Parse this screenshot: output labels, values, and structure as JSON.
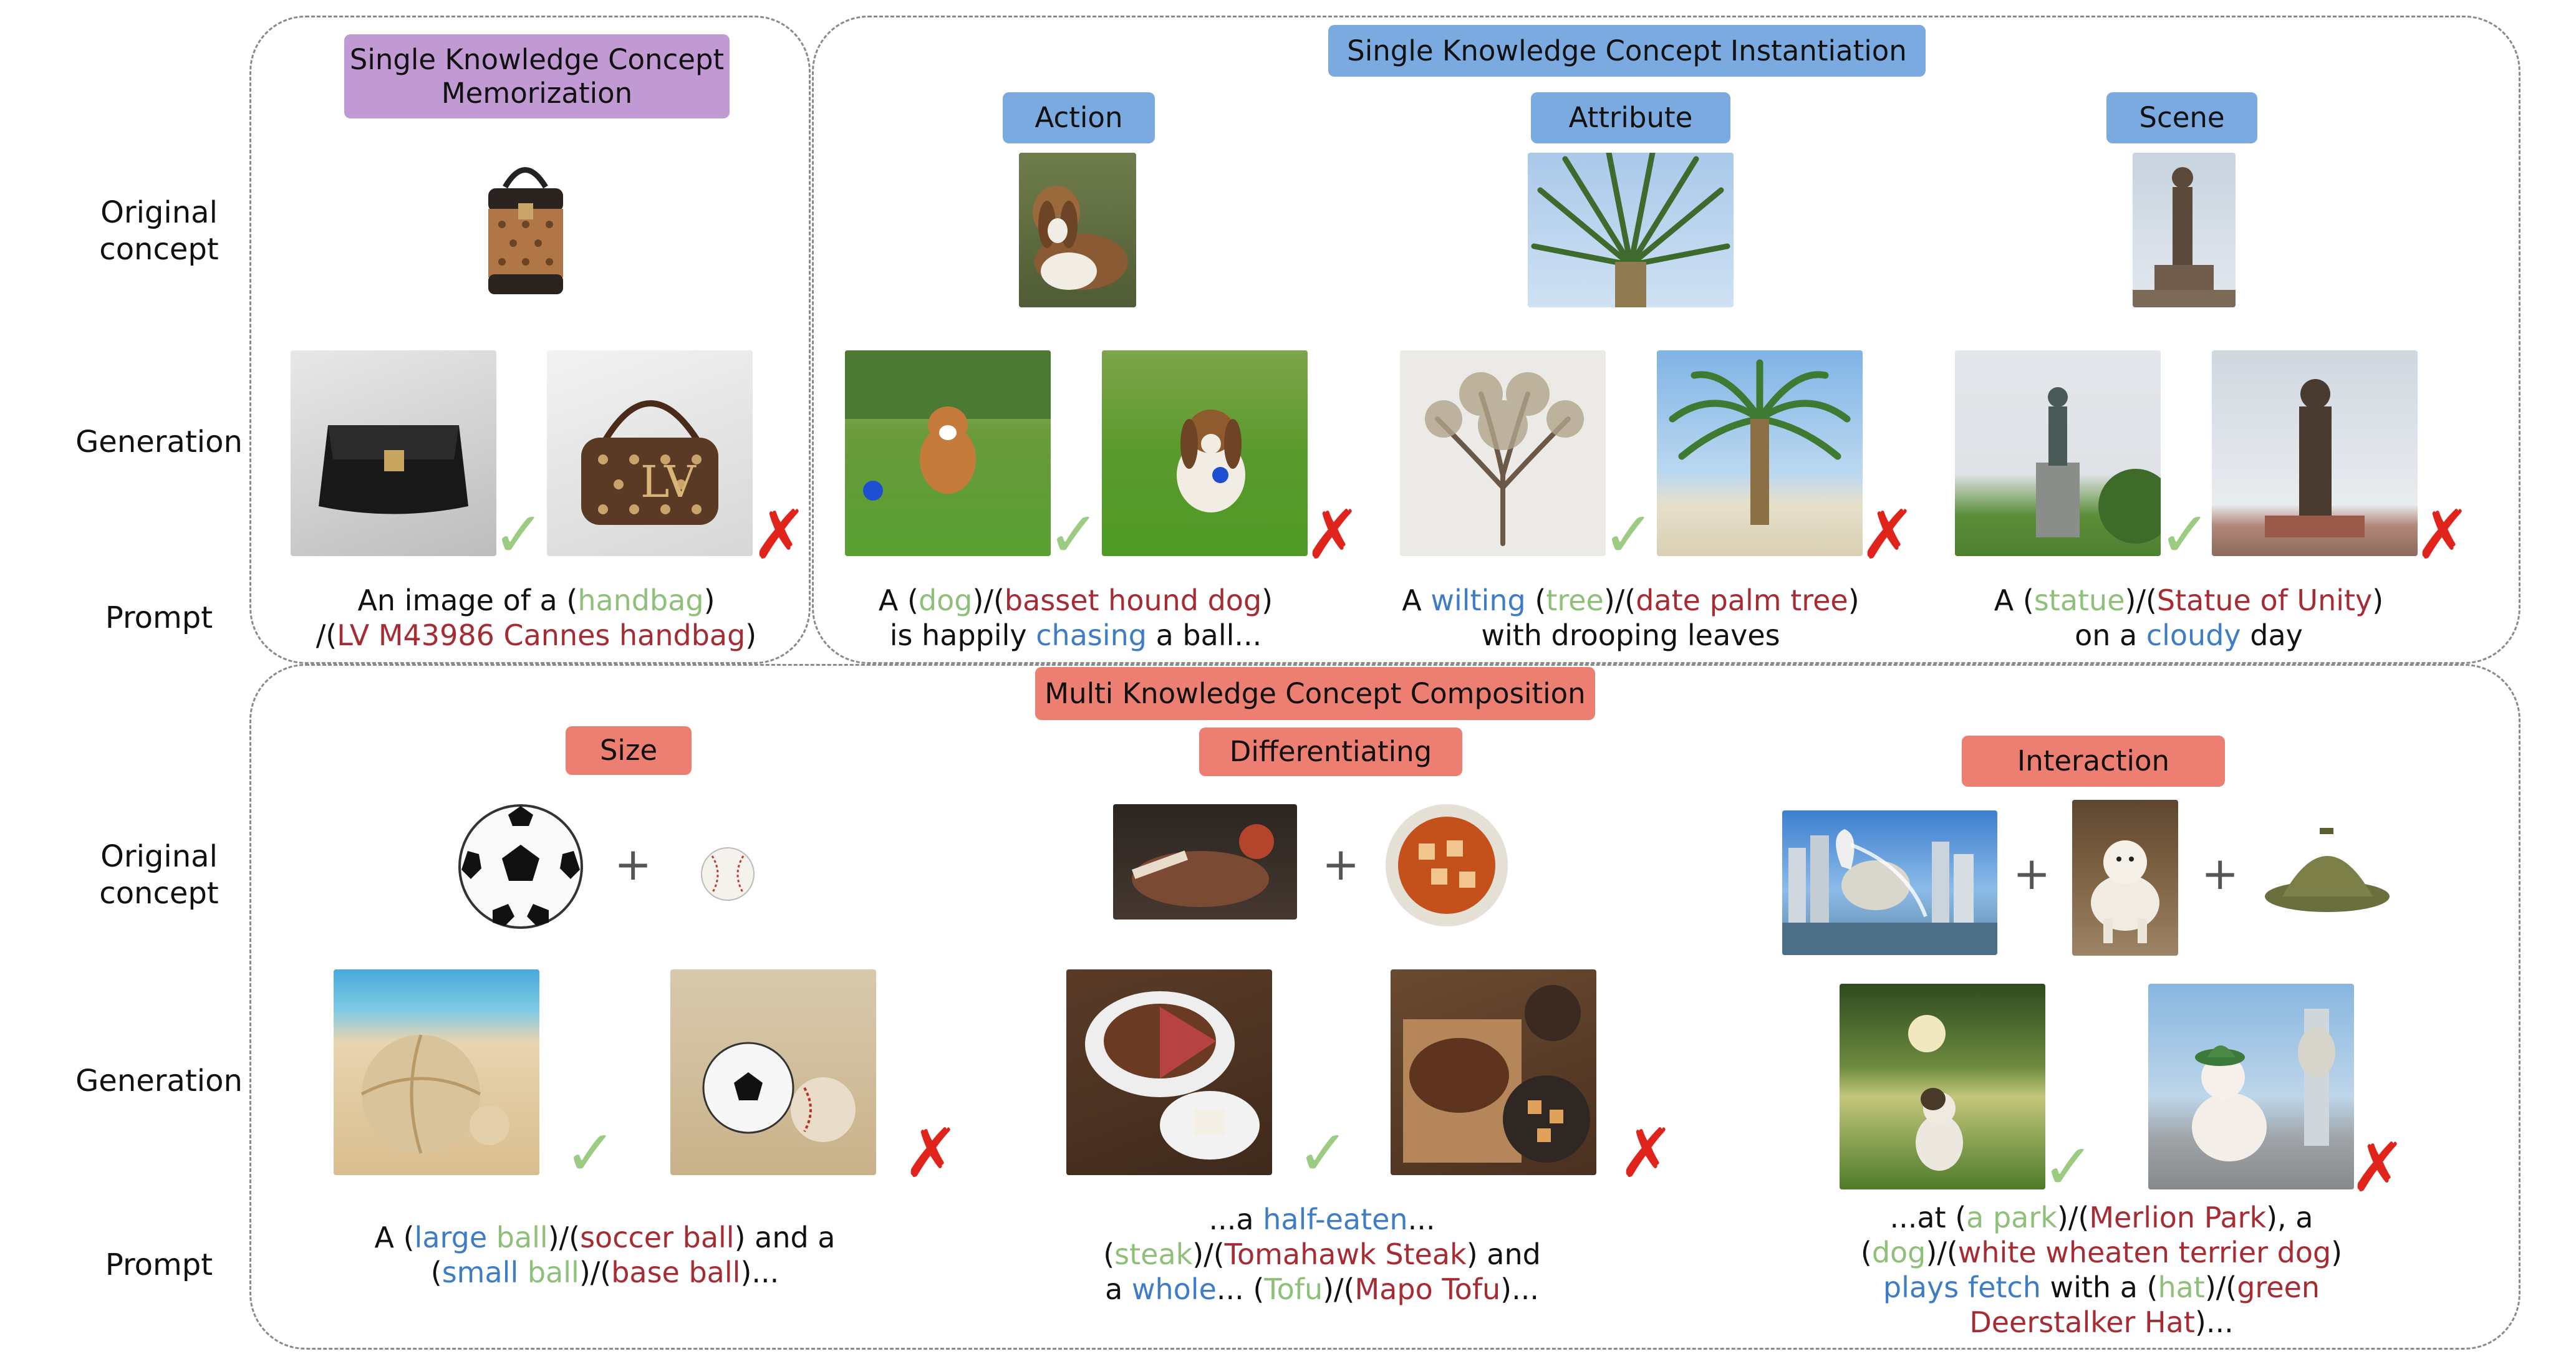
{
  "row_labels": {
    "original": "Original\nconcept",
    "generation": "Generation",
    "prompt": "Prompt"
  },
  "sections": {
    "memorization": "Single Knowledge Concept\nMemorization",
    "instantiation": "Single Knowledge Concept Instantiation",
    "composition": "Multi Knowledge Concept Composition"
  },
  "categories": {
    "action": "Action",
    "attribute": "Attribute",
    "scene": "Scene",
    "size": "Size",
    "differentiating": "Differentiating",
    "interaction": "Interaction"
  },
  "marks": {
    "check": "✓",
    "cross": "✗",
    "plus": "+"
  },
  "prompts": {
    "memorization": {
      "l1a": "An image of a (",
      "l1g": "handbag",
      "l1b": ")",
      "l2a": "/(",
      "l2r": "LV M43986 Cannes handbag",
      "l2b": ")"
    },
    "action": {
      "l1a": "A (",
      "l1g": "dog",
      "l1b": ")/(",
      "l1r": "basset hound dog",
      "l1c": ")",
      "l2a": "is happily ",
      "l2blue": "chasing",
      "l2b": " a ball..."
    },
    "attribute": {
      "l1a": "A ",
      "l1blue": "wilting",
      "l1b": " (",
      "l1g": "tree",
      "l1c": ")/(",
      "l1r": "date palm tree",
      "l1d": ")",
      "l2": "with drooping leaves"
    },
    "scene": {
      "l1a": "A (",
      "l1g": "statue",
      "l1b": ")/(",
      "l1r": "Statue of Unity",
      "l1c": ")",
      "l2a": "on a ",
      "l2blue": "cloudy",
      "l2b": " day"
    },
    "size": {
      "l1a": "A (",
      "l1blue": "large",
      "l1g": " ball",
      "l1b": ")/(",
      "l1r": "soccer ball",
      "l1c": ") and a",
      "l2a": "(",
      "l2blue": "small",
      "l2g": " ball",
      "l2b": ")/(",
      "l2r": "base ball",
      "l2c": ")..."
    },
    "differentiating": {
      "l1a": "...a ",
      "l1blue": "half-eaten",
      "l1b": "...",
      "l2a": "(",
      "l2g": "steak",
      "l2b": ")/(",
      "l2r": "Tomahawk Steak",
      "l2c": ") and",
      "l3a": "a ",
      "l3blue": "whole",
      "l3b": "... (",
      "l3g": "Tofu",
      "l3c": ")/(",
      "l3r": "Mapo Tofu",
      "l3d": ")..."
    },
    "interaction": {
      "l1a": "...at (",
      "l1g": "a park",
      "l1b": ")/(",
      "l1r": "Merlion Park",
      "l1c": "), a",
      "l2a": "(",
      "l2g": "dog",
      "l2b": ")/(",
      "l2r": "white wheaten terrier dog",
      "l2c": ")",
      "l3blue": "plays fetch",
      "l3a": " with a (",
      "l3g": "hat",
      "l3b": ")/(",
      "l3r": "green",
      "l4r": "Deerstalker Hat",
      "l4a": ")..."
    }
  },
  "colors": {
    "purple_tag": "#c29ad3",
    "blue_tag": "#7aaae0",
    "red_tag": "#ec7f72",
    "general_concept": "#8fc07a",
    "specific_concept": "#a62b33",
    "modifier": "#3e7cc8",
    "check": "#9ccc82",
    "cross": "#e0241b"
  }
}
